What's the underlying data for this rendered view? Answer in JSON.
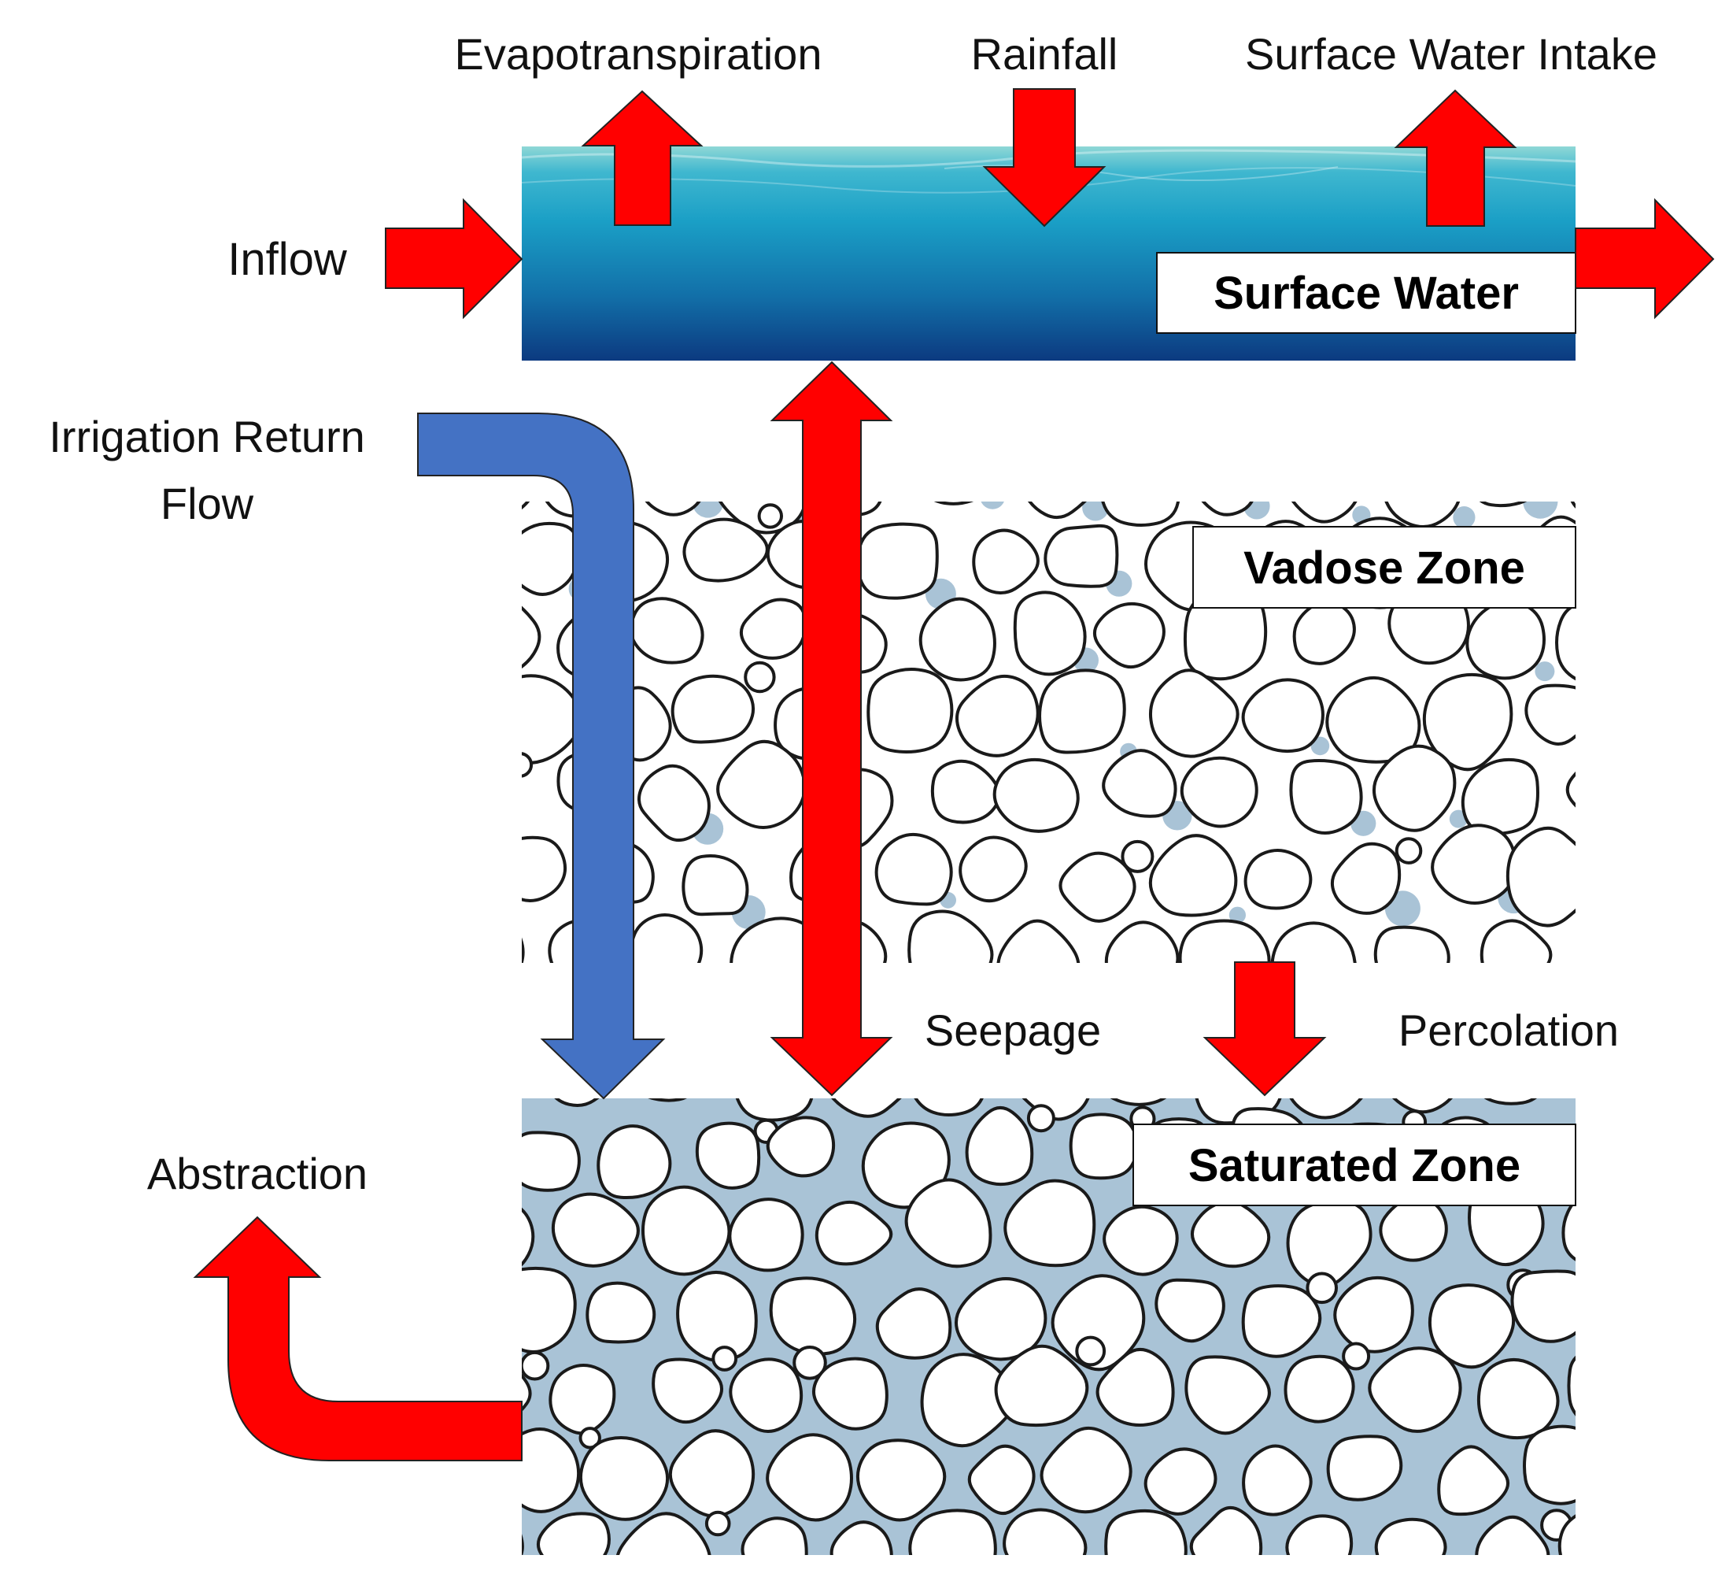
{
  "flows": {
    "evapotranspiration": "Evapotranspiration",
    "rainfall": "Rainfall",
    "surface_water_intake": "Surface Water Intake",
    "inflow": "Inflow",
    "irrigation_return_line1": "Irrigation Return",
    "irrigation_return_line2": "Flow",
    "seepage": "Seepage",
    "percolation": "Percolation",
    "abstraction": "Abstraction"
  },
  "zones": {
    "surface_water": "Surface Water",
    "vadose_zone": "Vadose Zone",
    "saturated_zone": "Saturated Zone"
  },
  "colors": {
    "arrow_red": "#ff0000",
    "arrow_blue": "#4472c4",
    "pore_water": "#a9c3d6",
    "water_top": "#7fd0d4",
    "water_mid": "#1ea0c8",
    "water_deep": "#0e3f82"
  }
}
